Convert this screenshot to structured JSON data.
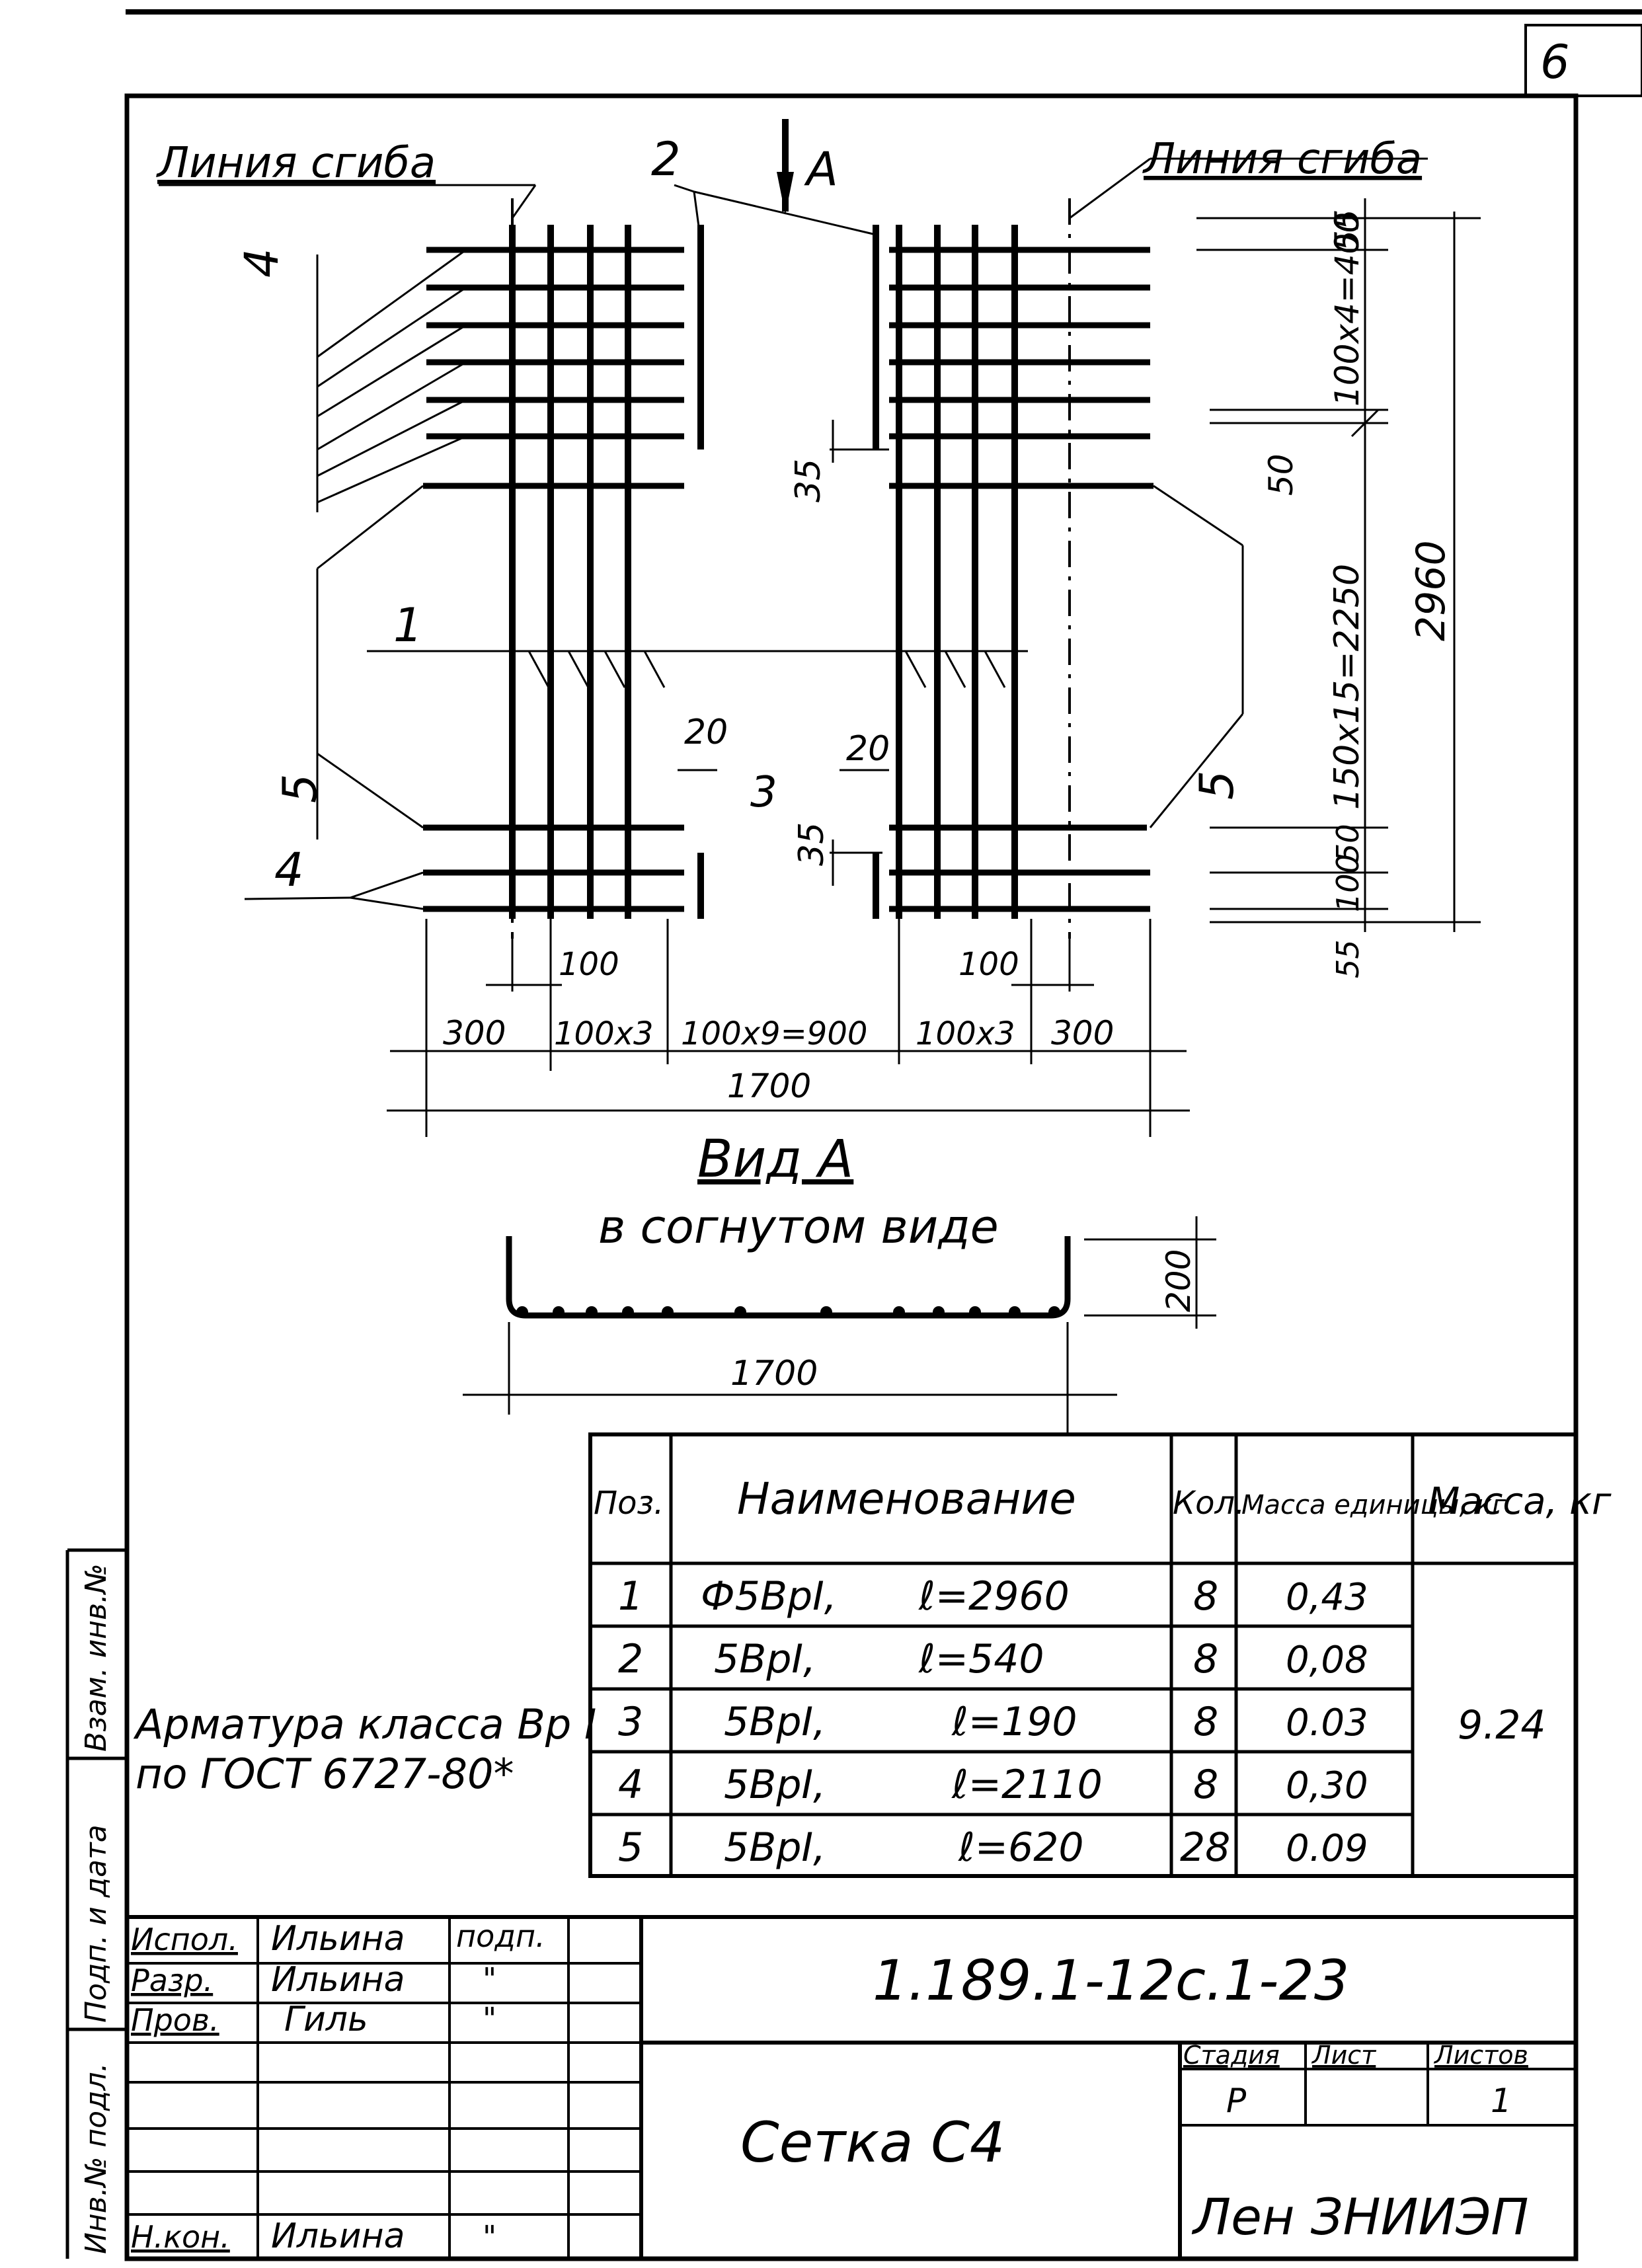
{
  "corner_mark": "6",
  "drawing": {
    "fold_line_left": "Линия сгиба",
    "fold_line_right": "Линия сгиба",
    "view_arrow_label": "А",
    "positions": [
      "1",
      "2",
      "3",
      "4",
      "5",
      "4",
      "5"
    ],
    "dims_right": [
      "55",
      "100x4=400",
      "50",
      "150x15=2250",
      "2960",
      "50",
      "100",
      "55"
    ],
    "dims_inner": [
      "35",
      "20",
      "20",
      "35"
    ],
    "dims_bottom": [
      "100",
      "100",
      "300",
      "100x3",
      "100x9=900",
      "100x3",
      "300",
      "1700"
    ]
  },
  "view_a": {
    "title": "Вид А",
    "subtitle": "в согнутом виде",
    "height_dim": "200",
    "width_dim": "1700"
  },
  "material_note": [
    "Арматура класса Вр I",
    "по ГОСТ 6727-80*"
  ],
  "spec_table": {
    "headers": [
      "Поз.",
      "Наименование",
      "Кол.",
      "Масса единицы, кг",
      "Масса, кг"
    ],
    "rows": [
      {
        "pos": "1",
        "name": "Ф5ВрI,",
        "len": "ℓ=2960",
        "qty": "8",
        "unit_mass": "0,43"
      },
      {
        "pos": "2",
        "name": "5ВрI,",
        "len": "ℓ=540",
        "qty": "8",
        "unit_mass": "0,08"
      },
      {
        "pos": "3",
        "name": "5ВрI,",
        "len": "ℓ=190",
        "qty": "8",
        "unit_mass": "0.03"
      },
      {
        "pos": "4",
        "name": "5ВрI,",
        "len": "ℓ=2110",
        "qty": "8",
        "unit_mass": "0,30"
      },
      {
        "pos": "5",
        "name": "5ВрI,",
        "len": "ℓ=620",
        "qty": "28",
        "unit_mass": "0.09"
      }
    ],
    "total_mass": "9.24"
  },
  "stamp": {
    "roles": [
      {
        "role": "Испол.",
        "name": "Ильина",
        "sign": "подп."
      },
      {
        "role": "Разр.",
        "name": "Ильина",
        "sign": "\""
      },
      {
        "role": "Пров.",
        "name": "Гиль",
        "sign": "\""
      },
      {
        "role": "Н.кон.",
        "name": "Ильина",
        "sign": "\""
      }
    ],
    "doc_number": "1.189.1-12с.1-23",
    "title": "Сетка С4",
    "stage_header": "Стадия",
    "sheet_header": "Лист",
    "sheets_header": "Листов",
    "stage": "Р",
    "sheets": "1",
    "org": "Лен ЗНИИЭП"
  },
  "side_stamp": [
    "Инв.№ подл.",
    "Подп. и дата",
    "Взам. инв.№"
  ]
}
